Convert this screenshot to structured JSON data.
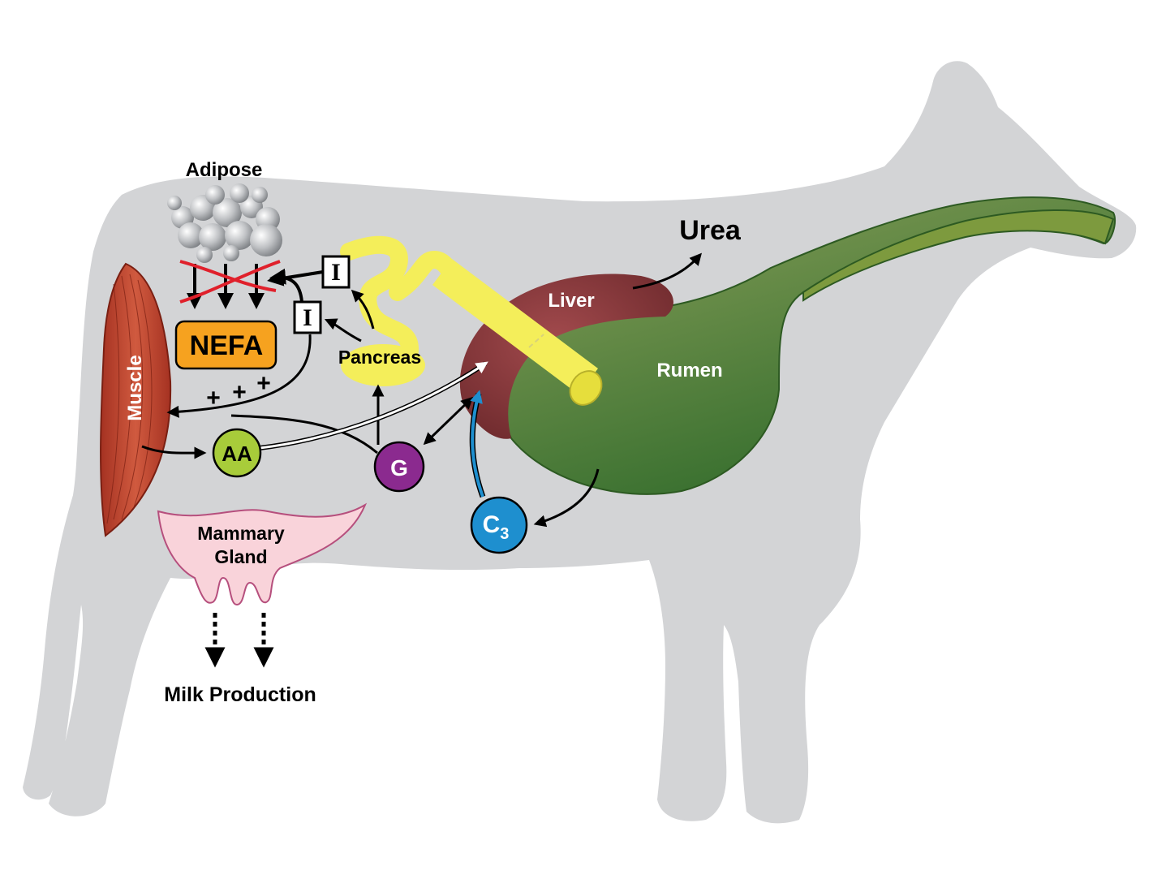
{
  "labels": {
    "adipose": "Adipose",
    "nefa": "NEFA",
    "muscle": "Muscle",
    "pancreas": "Pancreas",
    "liver": "Liver",
    "rumen": "Rumen",
    "urea": "Urea",
    "mammary_line1": "Mammary",
    "mammary_line2": "Gland",
    "milk": "Milk Production",
    "aa": "AA",
    "g": "G",
    "c3_main": "C",
    "c3_sub": "3",
    "insulin_1": "I",
    "insulin_2": "I",
    "plus_1": "+",
    "plus_2": "+",
    "plus_3": "+"
  },
  "colors": {
    "cow_silhouette": "#d3d4d6",
    "muscle": "#c0452f",
    "nefa_fill": "#f6a21f",
    "pancreas": "#f4ee5a",
    "liver": "#8b3a3d",
    "rumen": "#4e7a2c",
    "aa_node": "#a8cc3a",
    "g_node": "#8b2a8f",
    "c3_node": "#1e8fcf",
    "mammary": "#f9d3da",
    "inhibition_cross": "#e0202b"
  }
}
